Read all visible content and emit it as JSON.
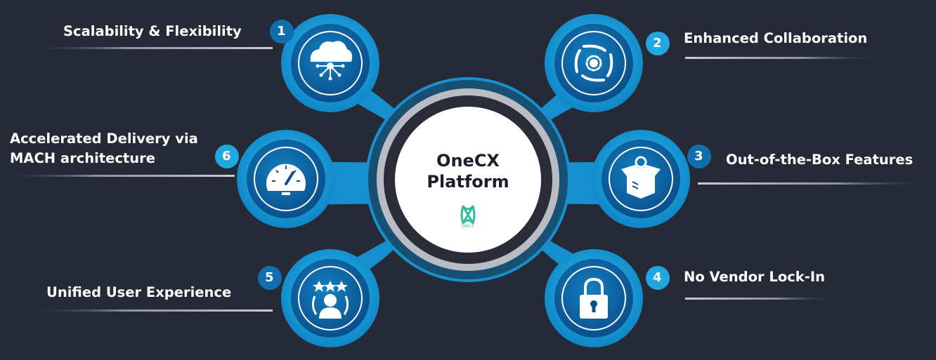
{
  "center": {
    "title_line1": "OneCX",
    "title_line2": "Platform",
    "logo_text": "ONECX"
  },
  "items": [
    {
      "number": "1",
      "label": "Scalability & Flexibility",
      "icon": "cloud-network-icon"
    },
    {
      "number": "2",
      "label": "Enhanced Collaboration",
      "icon": "hands-gear-icon"
    },
    {
      "number": "3",
      "label": "Out-of-the-Box Features",
      "icon": "idea-box-icon"
    },
    {
      "number": "4",
      "label": "No Vendor Lock-In",
      "icon": "padlock-icon"
    },
    {
      "number": "5",
      "label": "Unified User Experience",
      "icon": "user-rating-icon"
    },
    {
      "number": "6",
      "label_line1": "Accelerated Delivery via",
      "label_line2": "MACH architecture",
      "icon": "speedometer-icon"
    }
  ],
  "colors": {
    "background": "#262a37",
    "outer_blue": "#1a9ed4",
    "inner_blue": "#0e6aa8",
    "badge_blue": "#0f6fae",
    "badge_light": "#1ea8df",
    "center_ring": "#b9bcc2",
    "logo_green": "#2dbf9c"
  }
}
